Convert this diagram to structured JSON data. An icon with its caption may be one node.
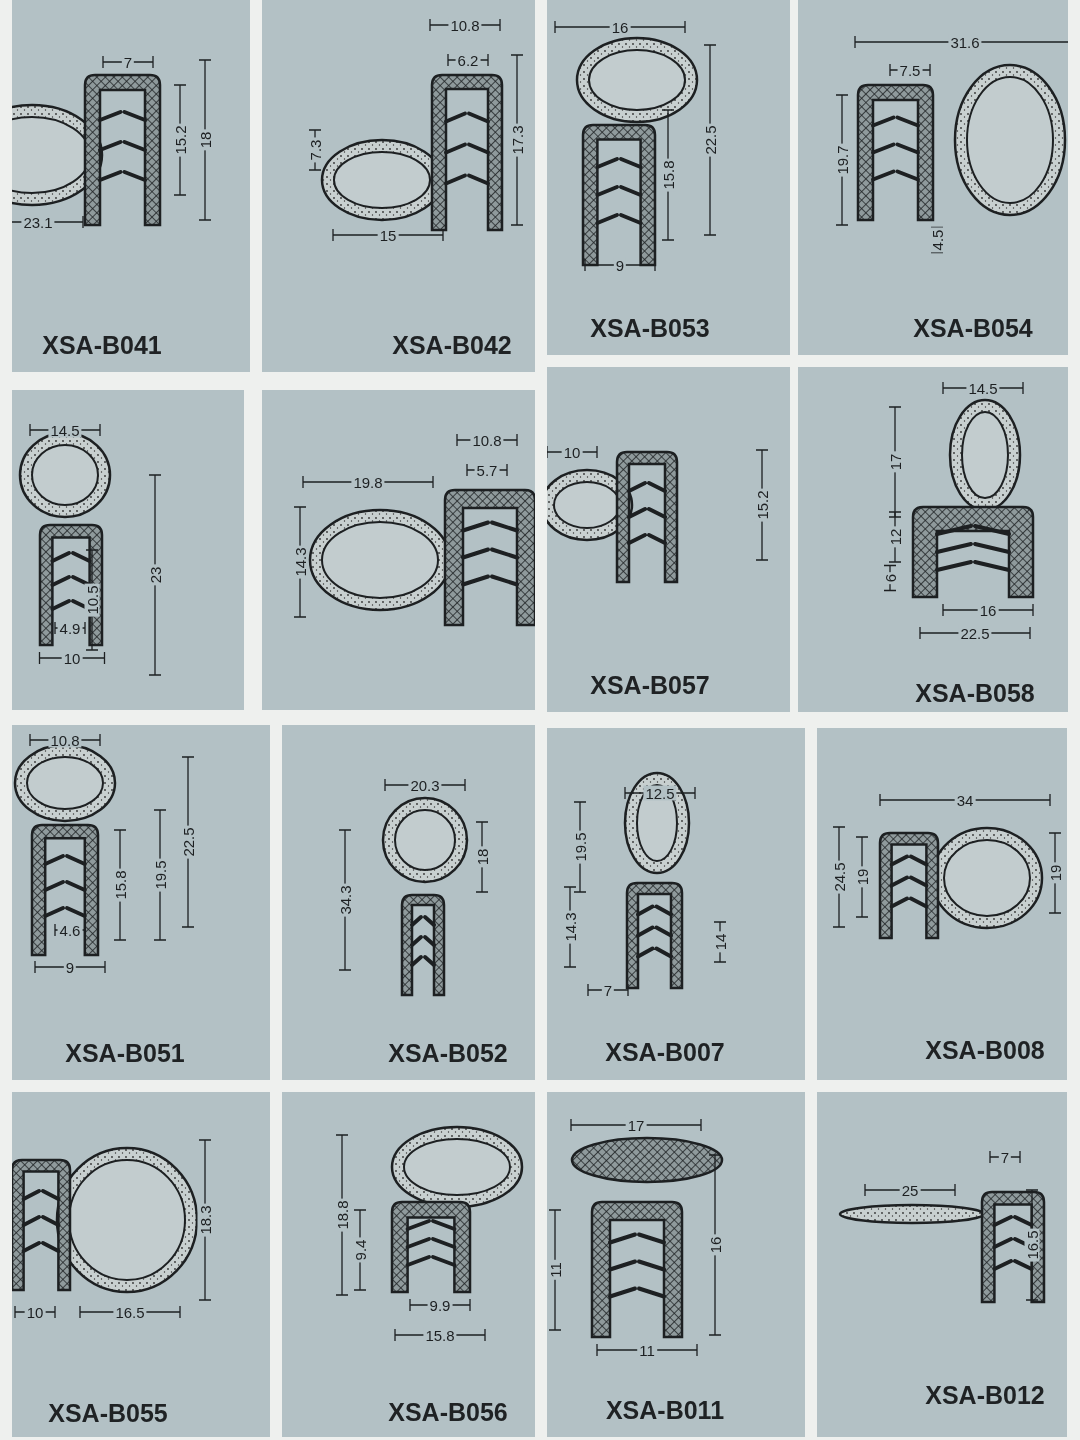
{
  "diagram": {
    "nodes": [
      {
        "text": [
          "7",
          "15.2",
          "18",
          "23.1",
          "XSA-B041"
        ]
      },
      {
        "text": [
          "10.8",
          "6.2",
          "7.3",
          "17.3",
          "15",
          "XSA-B042"
        ]
      },
      {
        "text": [
          "16",
          "22.5",
          "15.8",
          "9",
          "XSA-B053"
        ]
      },
      {
        "text": [
          "31.6",
          "7.5",
          "19.7",
          "4.5",
          "XSA-B054"
        ]
      },
      {
        "text": [
          "14.5",
          "23",
          "10.5",
          "4.9",
          "10"
        ]
      },
      {
        "text": [
          "10.8",
          "5.7",
          "19.8",
          "14.3"
        ]
      },
      {
        "text": [
          "10",
          "15.2",
          "XSA-B057"
        ]
      },
      {
        "text": [
          "14.5",
          "17",
          "12",
          "6",
          "16",
          "22.5",
          "XSA-B058"
        ]
      },
      {
        "text": [
          "10.8",
          "22.5",
          "19.5",
          "15.8",
          "4.6",
          "9",
          "XSA-B051"
        ]
      },
      {
        "text": [
          "20.3",
          "18",
          "34.3",
          "XSA-B052"
        ]
      },
      {
        "text": [
          "12.5",
          "19.5",
          "14.3",
          "14",
          "7",
          "XSA-B007"
        ]
      },
      {
        "text": [
          "34",
          "24.5",
          "19",
          "19",
          "XSA-B008"
        ]
      },
      {
        "text": [
          "18.3",
          "10",
          "16.5",
          "XSA-B055"
        ]
      },
      {
        "text": [
          "18.8",
          "9.4",
          "9.9",
          "15.8",
          "XSA-B056"
        ]
      },
      {
        "text": [
          "17",
          "16",
          "11",
          "11",
          "XSA-B011"
        ]
      },
      {
        "text": [
          "7",
          "25",
          "16.5",
          "XSA-B012"
        ]
      }
    ]
  }
}
